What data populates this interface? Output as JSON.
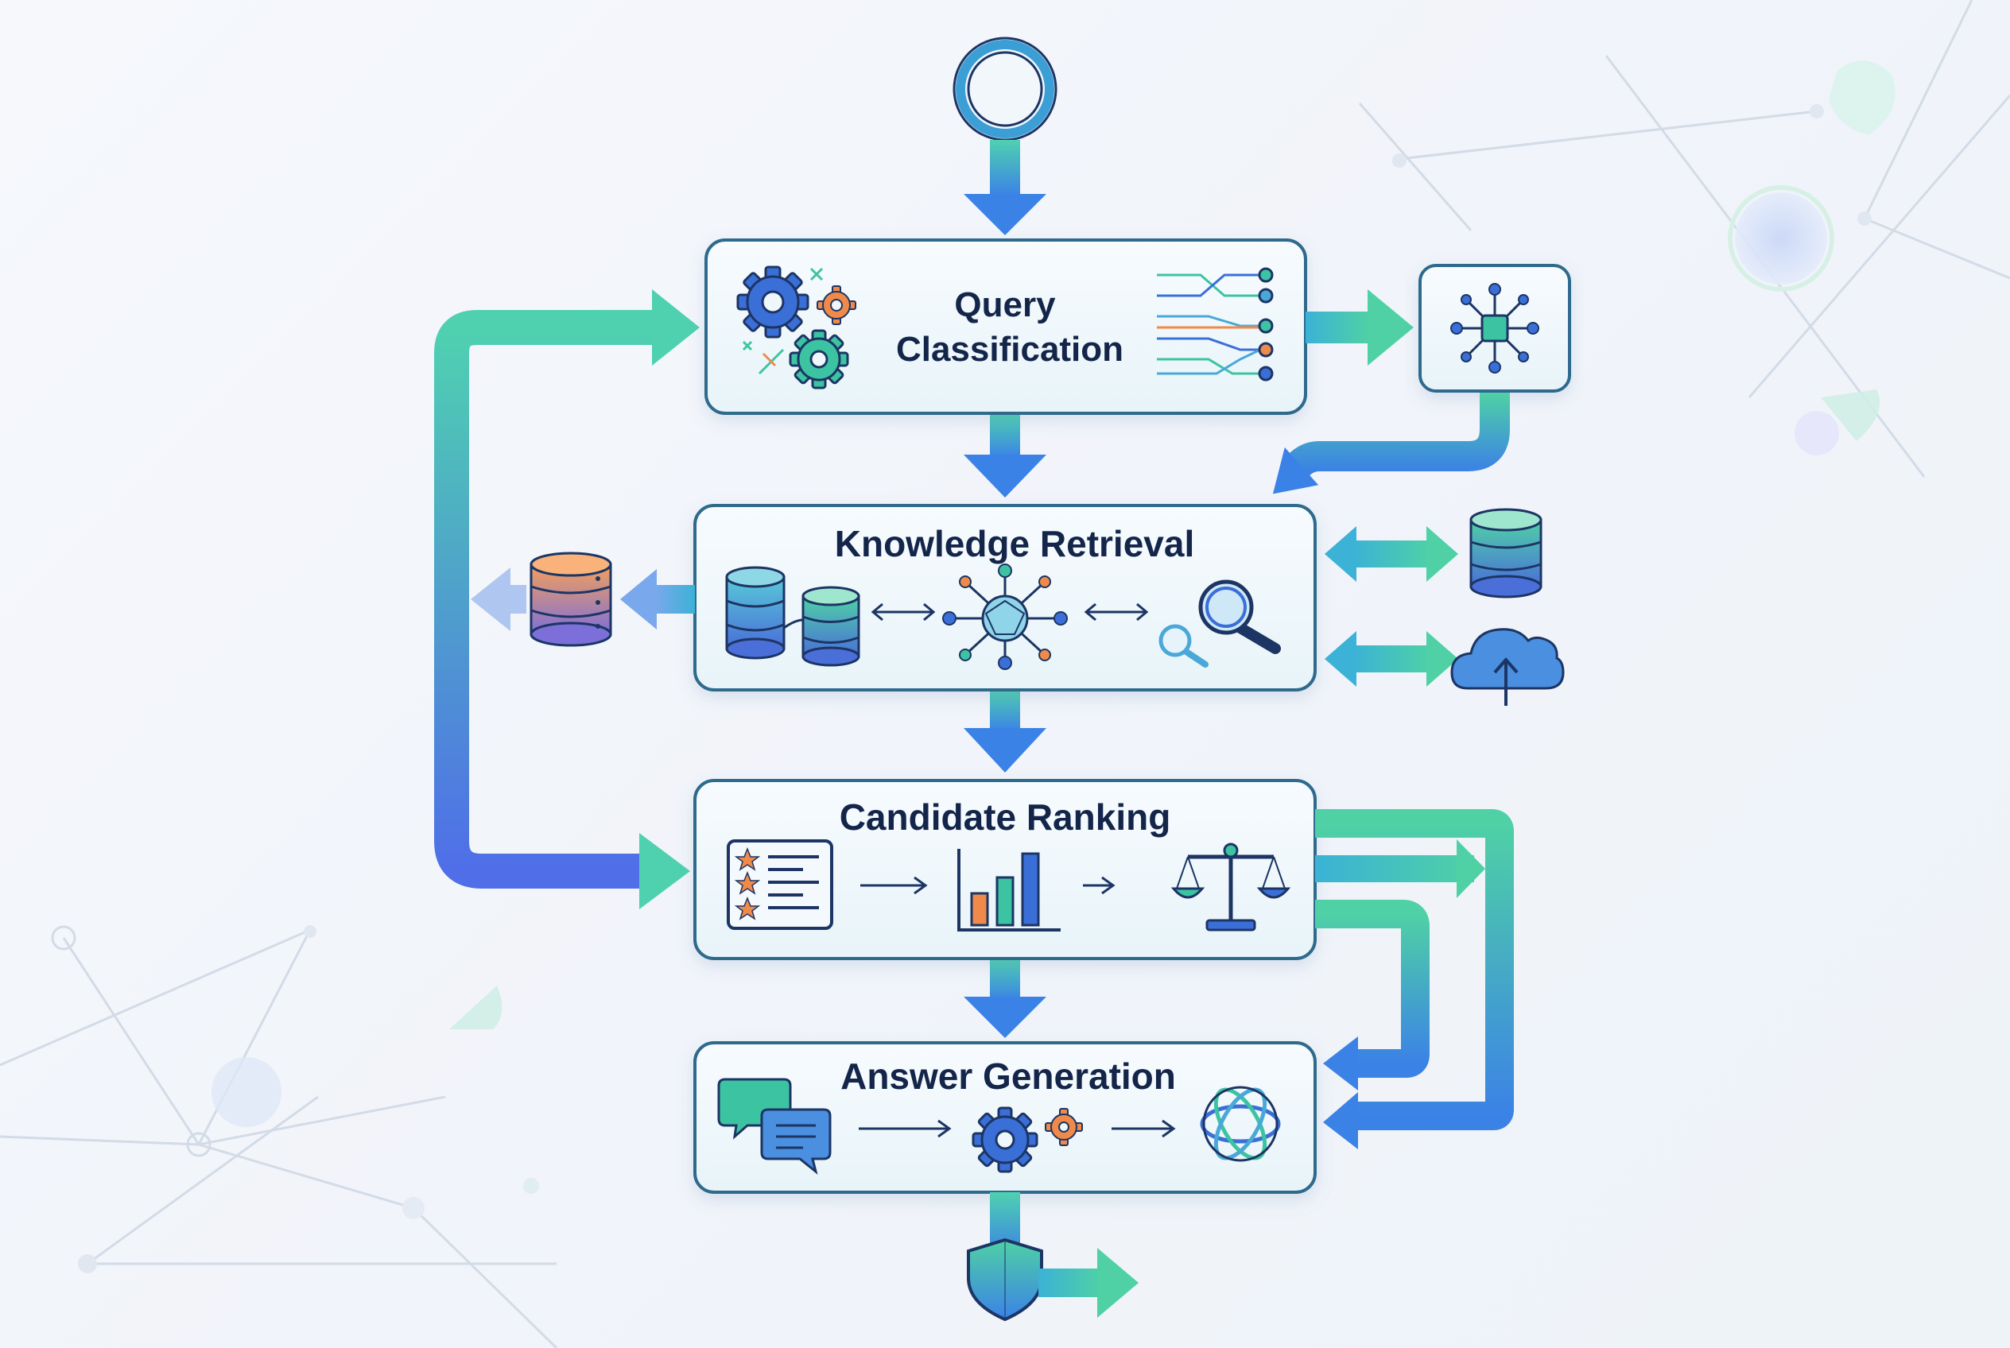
{
  "stages": [
    {
      "id": "query-classification",
      "title_lines": [
        "Query",
        "Classification"
      ]
    },
    {
      "id": "knowledge-retrieval",
      "title": "Knowledge Retrieval"
    },
    {
      "id": "candidate-ranking",
      "title": "Candidate Ranking"
    },
    {
      "id": "answer-generation",
      "title": "Answer Generation"
    }
  ],
  "colors": {
    "node_border": "#2f6a8c",
    "node_fill": "#eef7fb",
    "title_text": "#14254a",
    "flow_teal": "#4fd1a5",
    "flow_blue": "#3b82e6",
    "flow_indigo": "#5566e0",
    "icon_navy": "#1c3564",
    "icon_blue": "#3b6fd8",
    "icon_orange": "#f08a4b",
    "icon_teal": "#3cc4a2"
  },
  "icons": [
    "start-node-ring",
    "gears-icon",
    "sparkle-icon",
    "routing-lines-icon",
    "network-chip-icon",
    "database-icon",
    "knowledge-graph-icon",
    "magnifier-icon",
    "cloud-upload-icon",
    "rated-list-icon",
    "bar-chart-icon",
    "balance-scale-icon",
    "chat-bubbles-icon",
    "neural-knot-icon",
    "shield-icon",
    "output-arrow-icon"
  ]
}
